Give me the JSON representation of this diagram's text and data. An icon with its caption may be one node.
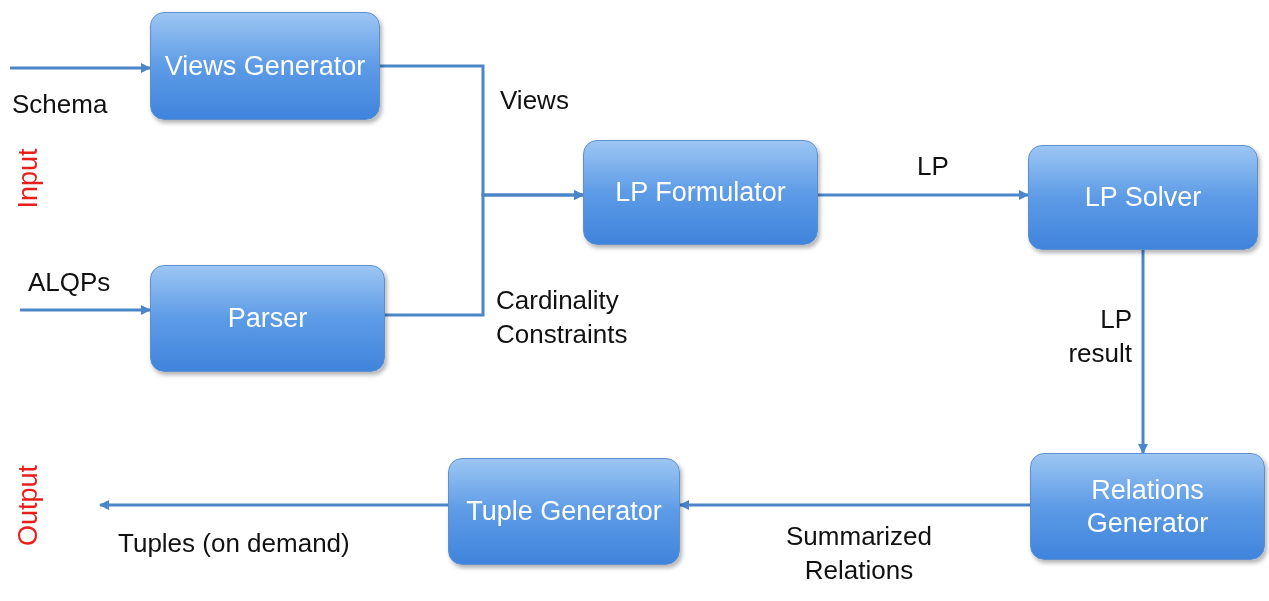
{
  "diagram": {
    "nodes": [
      {
        "text": [
          "Views Generator"
        ]
      },
      {
        "text": [
          "Parser"
        ]
      },
      {
        "text": [
          "LP Formulator"
        ]
      },
      {
        "text": [
          "LP Solver"
        ]
      },
      {
        "text": [
          "Relations Generator"
        ]
      },
      {
        "text": [
          "Tuple Generator"
        ]
      }
    ],
    "edges": [
      {
        "from": null,
        "to": 0,
        "arrow": "to",
        "label": "Schema"
      },
      {
        "from": null,
        "to": 1,
        "arrow": "to",
        "label": "ALQPs"
      },
      {
        "from": 0,
        "to": 2,
        "arrow": "to",
        "label": "Views"
      },
      {
        "from": 1,
        "to": 2,
        "arrow": "to",
        "label": "Cardinality Constraints"
      },
      {
        "from": 2,
        "to": 3,
        "arrow": "to",
        "label": "LP"
      },
      {
        "from": 3,
        "to": 4,
        "arrow": "to",
        "label": "LP result"
      },
      {
        "from": 4,
        "to": 5,
        "arrow": "to",
        "label": "Summarized Relations"
      },
      {
        "from": 5,
        "to": null,
        "arrow": "to",
        "label": "Tuples (on demand)"
      }
    ],
    "labels": [
      "Input",
      "Output"
    ]
  }
}
